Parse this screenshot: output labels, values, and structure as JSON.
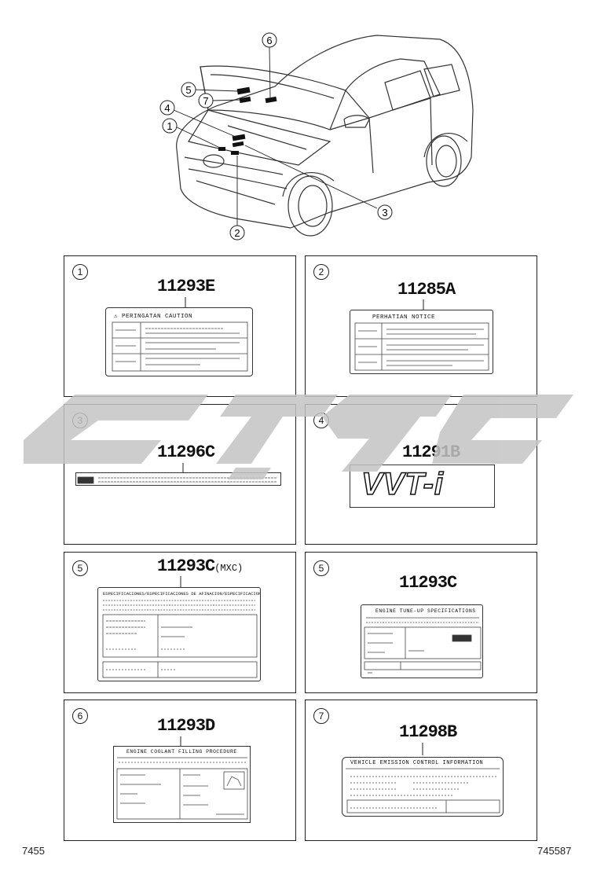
{
  "diagram": {
    "callouts": [
      "1",
      "2",
      "3",
      "4",
      "5",
      "6",
      "7"
    ],
    "panels": [
      {
        "num": "1",
        "part": "11293E",
        "label_title": "⚠ PERINGATAN CAUTION"
      },
      {
        "num": "2",
        "part": "11285A",
        "label_title": "PERHATIAN NOTICE"
      },
      {
        "num": "3",
        "part": "11296C",
        "label_title": ""
      },
      {
        "num": "4",
        "part": "11291B",
        "label_title": "VVT-i"
      },
      {
        "num": "5",
        "part": "11293C",
        "part_suffix": "(MXC)",
        "label_title": "ESPECIFICACIONES/ESPECIFICACIONES DE AFINACION/ESPECIFICACIONES DE AFINACION"
      },
      {
        "num": "5",
        "part": "11293C",
        "label_title": "ENGINE TUNE-UP SPECIFICATIONS"
      },
      {
        "num": "6",
        "part": "11293D",
        "label_title": "ENGINE COOLANT FILLING PROCEDURE"
      },
      {
        "num": "7",
        "part": "11298B",
        "label_title": "VEHICLE EMISSION CONTROL INFORMATION"
      }
    ],
    "footer_left": "7455",
    "footer_right": "745587",
    "colors": {
      "line": "#222222",
      "watermark": "#c8c8c8"
    }
  }
}
